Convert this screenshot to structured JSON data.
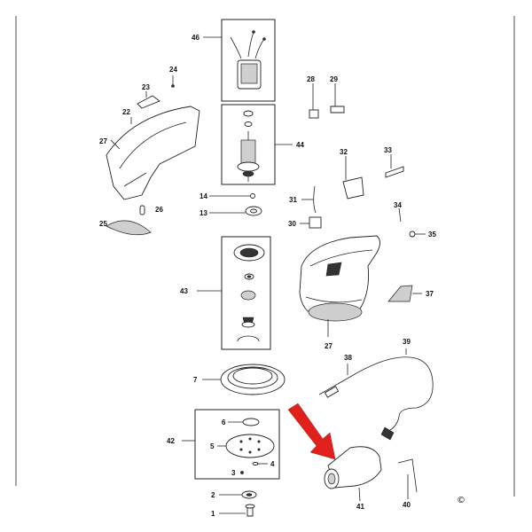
{
  "diagram": {
    "labels": {
      "p1": "1",
      "p2": "2",
      "p3": "3",
      "p4": "4",
      "p5": "5",
      "p6": "6",
      "p7": "7",
      "p13": "13",
      "p14": "14",
      "p22": "22",
      "p23": "23",
      "p24": "24",
      "p25": "25",
      "p26": "26",
      "p27a": "27",
      "p27b": "27",
      "p28": "28",
      "p29": "29",
      "p30": "30",
      "p31": "31",
      "p32": "32",
      "p33": "33",
      "p34": "34",
      "p35": "35",
      "p37": "37",
      "p38": "38",
      "p39": "39",
      "p40": "40",
      "p41": "41",
      "p42": "42",
      "p43": "43",
      "p44": "44",
      "p46": "46"
    },
    "copyright": "©",
    "arrow_color": "#e0201b"
  }
}
